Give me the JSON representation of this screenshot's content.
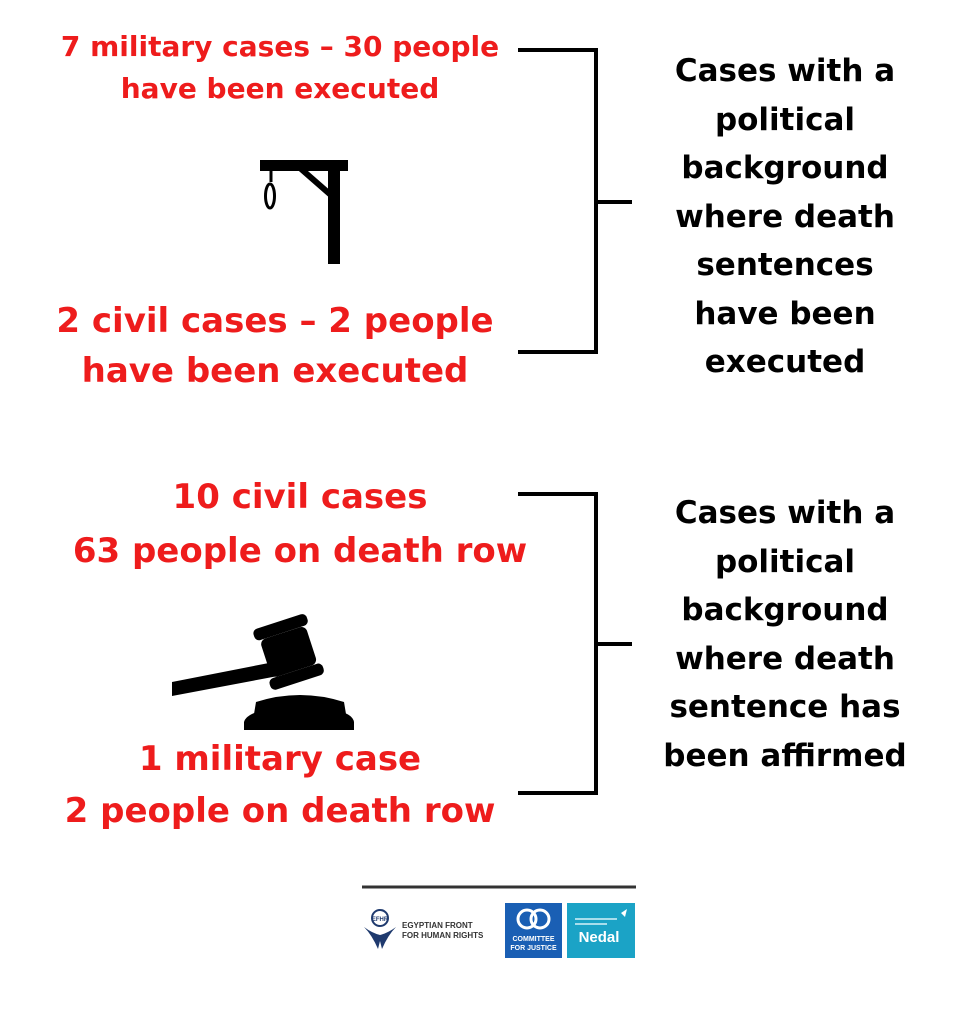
{
  "top_section": {
    "military_line1": "7 military cases – 30 people",
    "military_line2": "have been executed",
    "civil_line1": "2 civil cases – 2 people",
    "civil_line2": "have been executed",
    "label_lines": [
      "Cases with a",
      "political",
      "background",
      "where death",
      "sentences",
      "have been",
      "executed"
    ],
    "icon": "gallows-icon"
  },
  "bottom_section": {
    "civil_line1": "10 civil cases",
    "civil_line2": "63 people on death row",
    "military_line1": "1 military case",
    "military_line2": "2 people on death row",
    "label_lines": [
      "Cases with a",
      "political",
      "background",
      "where death",
      "sentence has",
      "been affirmed"
    ],
    "icon": "gavel-icon"
  },
  "footer": {
    "efhr": {
      "abbr": "EFHR",
      "line1": "EGYPTIAN FRONT",
      "line2": "FOR HUMAN RIGHTS"
    },
    "cfj": {
      "line1": "COMMITTEE",
      "line2": "FOR JUSTICE"
    },
    "nedal": {
      "name": "Nedal"
    }
  },
  "colors": {
    "highlight": "#ee1c1c",
    "text": "#000000",
    "cfj_blue": "#1a5fb4",
    "nedal_teal": "#1ba3c6"
  }
}
